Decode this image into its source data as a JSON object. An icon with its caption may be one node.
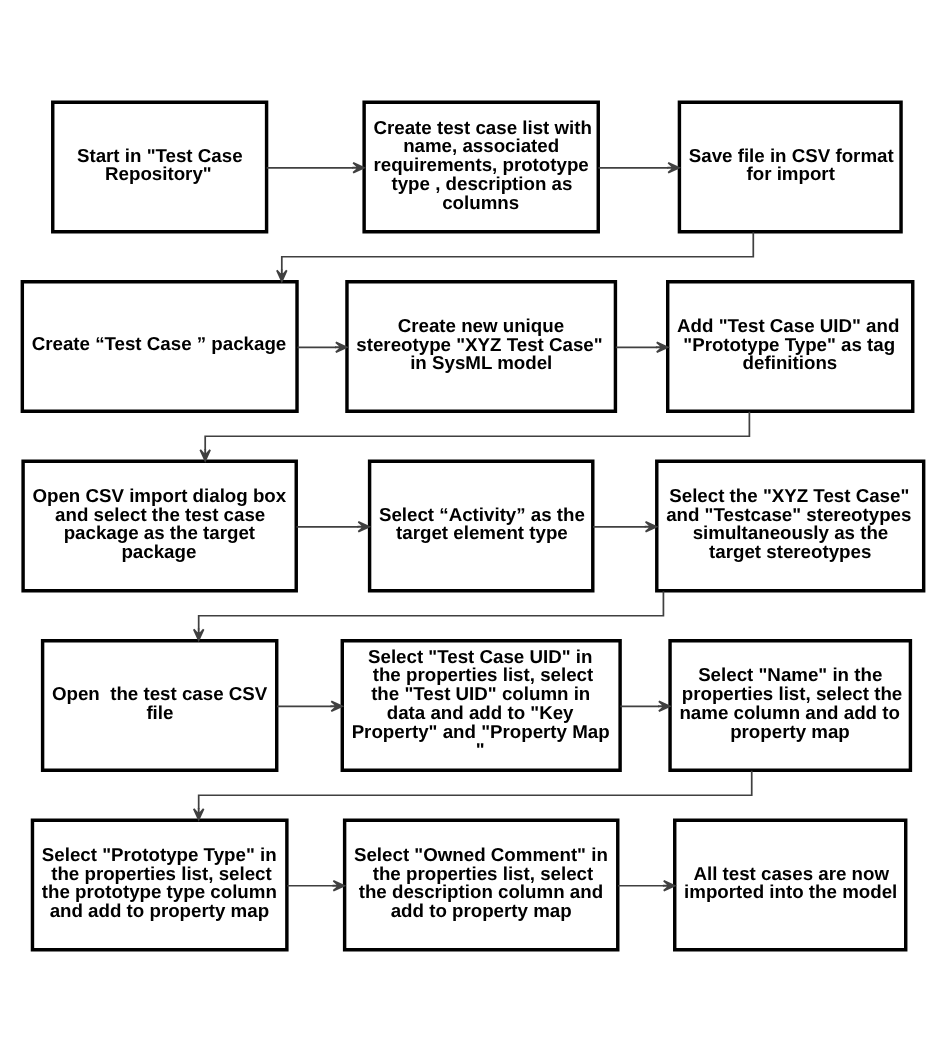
{
  "diagram": {
    "nodes": [
      {
        "text": [
          "Start in \"Test Case Repository\""
        ]
      },
      {
        "text": [
          "Create test case list with name, associated requirements, prototype type , description as columns"
        ]
      },
      {
        "text": [
          "Save file in CSV format  for import"
        ]
      },
      {
        "text": [
          "Create “Test Case ” package"
        ]
      },
      {
        "text": [
          "Create new unique stereotype \"XYZ Test Case\" in SysML model"
        ]
      },
      {
        "text": [
          "Add \"Test Case UID\" and \"Prototype Type\" as tag definitions"
        ]
      },
      {
        "text": [
          "Open CSV import dialog box and select the test case package as the target package"
        ]
      },
      {
        "text": [
          "Select “Activity” as the target element type"
        ]
      },
      {
        "text": [
          "Select the \"XYZ Test Case\" and \"Testcase\" stereotypes simultaneously as the target stereotypes"
        ]
      },
      {
        "text": [
          "Open  the test case CSV file"
        ]
      },
      {
        "text": [
          "Select \"Test Case UID\" in the properties list, select the \"Test UID\" column in data and add to \"Key Property\" and \"Property Map \""
        ]
      },
      {
        "text": [
          "Select \"Name\" in the properties list, select the name column and add to property map"
        ]
      },
      {
        "text": [
          "Select \"Prototype Type\" in the properties list, select the prototype type column and add to property map"
        ]
      },
      {
        "text": [
          "Select \"Owned Comment\" in the properties list, select the description column and add to property map"
        ]
      },
      {
        "text": [
          "All test cases are now imported into the model"
        ]
      }
    ],
    "edges": [
      {
        "from": 0,
        "to": 1,
        "arrow": "to"
      },
      {
        "from": 1,
        "to": 2,
        "arrow": "to"
      },
      {
        "from": 2,
        "to": 3,
        "arrow": "to"
      },
      {
        "from": 3,
        "to": 4,
        "arrow": "to"
      },
      {
        "from": 4,
        "to": 5,
        "arrow": "to"
      },
      {
        "from": 5,
        "to": 6,
        "arrow": "to"
      },
      {
        "from": 6,
        "to": 7,
        "arrow": "to"
      },
      {
        "from": 7,
        "to": 8,
        "arrow": "to"
      },
      {
        "from": 8,
        "to": 9,
        "arrow": "to"
      },
      {
        "from": 9,
        "to": 10,
        "arrow": "to"
      },
      {
        "from": 10,
        "to": 11,
        "arrow": "to"
      },
      {
        "from": 11,
        "to": 12,
        "arrow": "to"
      },
      {
        "from": 12,
        "to": 13,
        "arrow": "to"
      },
      {
        "from": 13,
        "to": 14,
        "arrow": "to"
      }
    ]
  }
}
